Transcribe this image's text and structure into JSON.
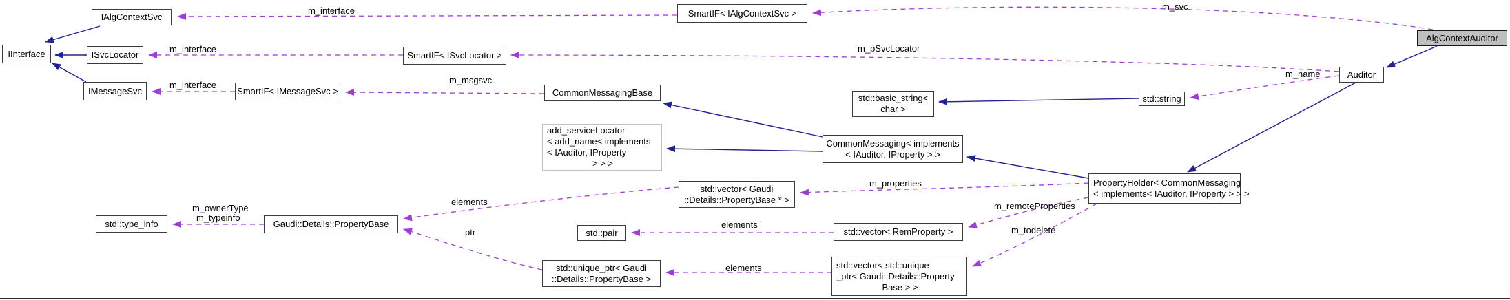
{
  "colors": {
    "node_border": "#3b3b3b",
    "node_fill": "#ffffff",
    "current_class_fill": "#bfbfbf",
    "truncated_node_border": "#c0c0c0",
    "inheritance_edge": "#23238c",
    "usage_edge": "#9e3fd4"
  },
  "nodes": {
    "ialgcontextsvc": {
      "lines": [
        "IAlgContextSvc"
      ]
    },
    "iinterface": {
      "lines": [
        "IInterface"
      ]
    },
    "isvclocator": {
      "lines": [
        "ISvcLocator"
      ]
    },
    "imessagesvc": {
      "lines": [
        "IMessageSvc"
      ]
    },
    "smartif_imessagesvc": {
      "lines": [
        "SmartIF< IMessageSvc >"
      ]
    },
    "smartif_isvclocator": {
      "lines": [
        "SmartIF< ISvcLocator >"
      ]
    },
    "smartif_ialgcontextsvc": {
      "lines": [
        "SmartIF< IAlgContextSvc >"
      ]
    },
    "commonmessagingbase": {
      "lines": [
        "CommonMessagingBase"
      ]
    },
    "basic_string": {
      "lines": [
        "std::basic_string<",
        "char >"
      ]
    },
    "std_string": {
      "lines": [
        "std::string"
      ]
    },
    "auditor": {
      "lines": [
        "Auditor"
      ]
    },
    "algcontextauditor": {
      "lines": [
        "AlgContextAuditor"
      ]
    },
    "add_servicelocator": {
      "lines": [
        "add_serviceLocator",
        "< add_name< implements",
        "< IAuditor, IProperty",
        "> > >"
      ]
    },
    "commonmessaging_impl": {
      "lines": [
        "CommonMessaging< implements",
        "< IAuditor, IProperty > >"
      ]
    },
    "propertyholder": {
      "lines": [
        "PropertyHolder< CommonMessaging",
        "< implements< IAuditor, IProperty > > >"
      ]
    },
    "vector_propertybase_ptr": {
      "lines": [
        "std::vector< Gaudi",
        "::Details::PropertyBase * >"
      ]
    },
    "type_info": {
      "lines": [
        "std::type_info"
      ]
    },
    "propertybase": {
      "lines": [
        "Gaudi::Details::PropertyBase"
      ]
    },
    "std_pair": {
      "lines": [
        "std::pair"
      ]
    },
    "vector_remproperty": {
      "lines": [
        "std::vector< RemProperty >"
      ]
    },
    "unique_ptr": {
      "lines": [
        "std::unique_ptr< Gaudi",
        "::Details::PropertyBase >"
      ]
    },
    "vector_unique_ptr": {
      "lines": [
        "std::vector< std::unique",
        "_ptr< Gaudi::Details::Property",
        "Base > >"
      ]
    }
  },
  "edge_labels": {
    "m_interface": "m_interface",
    "m_svc": "m_svc",
    "m_pSvcLocator": "m_pSvcLocator",
    "m_msgsvc": "m_msgsvc",
    "m_name": "m_name",
    "m_properties": "m_properties",
    "m_remoteProperties": "m_remoteProperties",
    "m_todelete": "m_todelete",
    "elements": "elements",
    "ptr": "ptr",
    "m_ownerType": "m_ownerType",
    "m_typeinfo": "m_typeinfo"
  }
}
